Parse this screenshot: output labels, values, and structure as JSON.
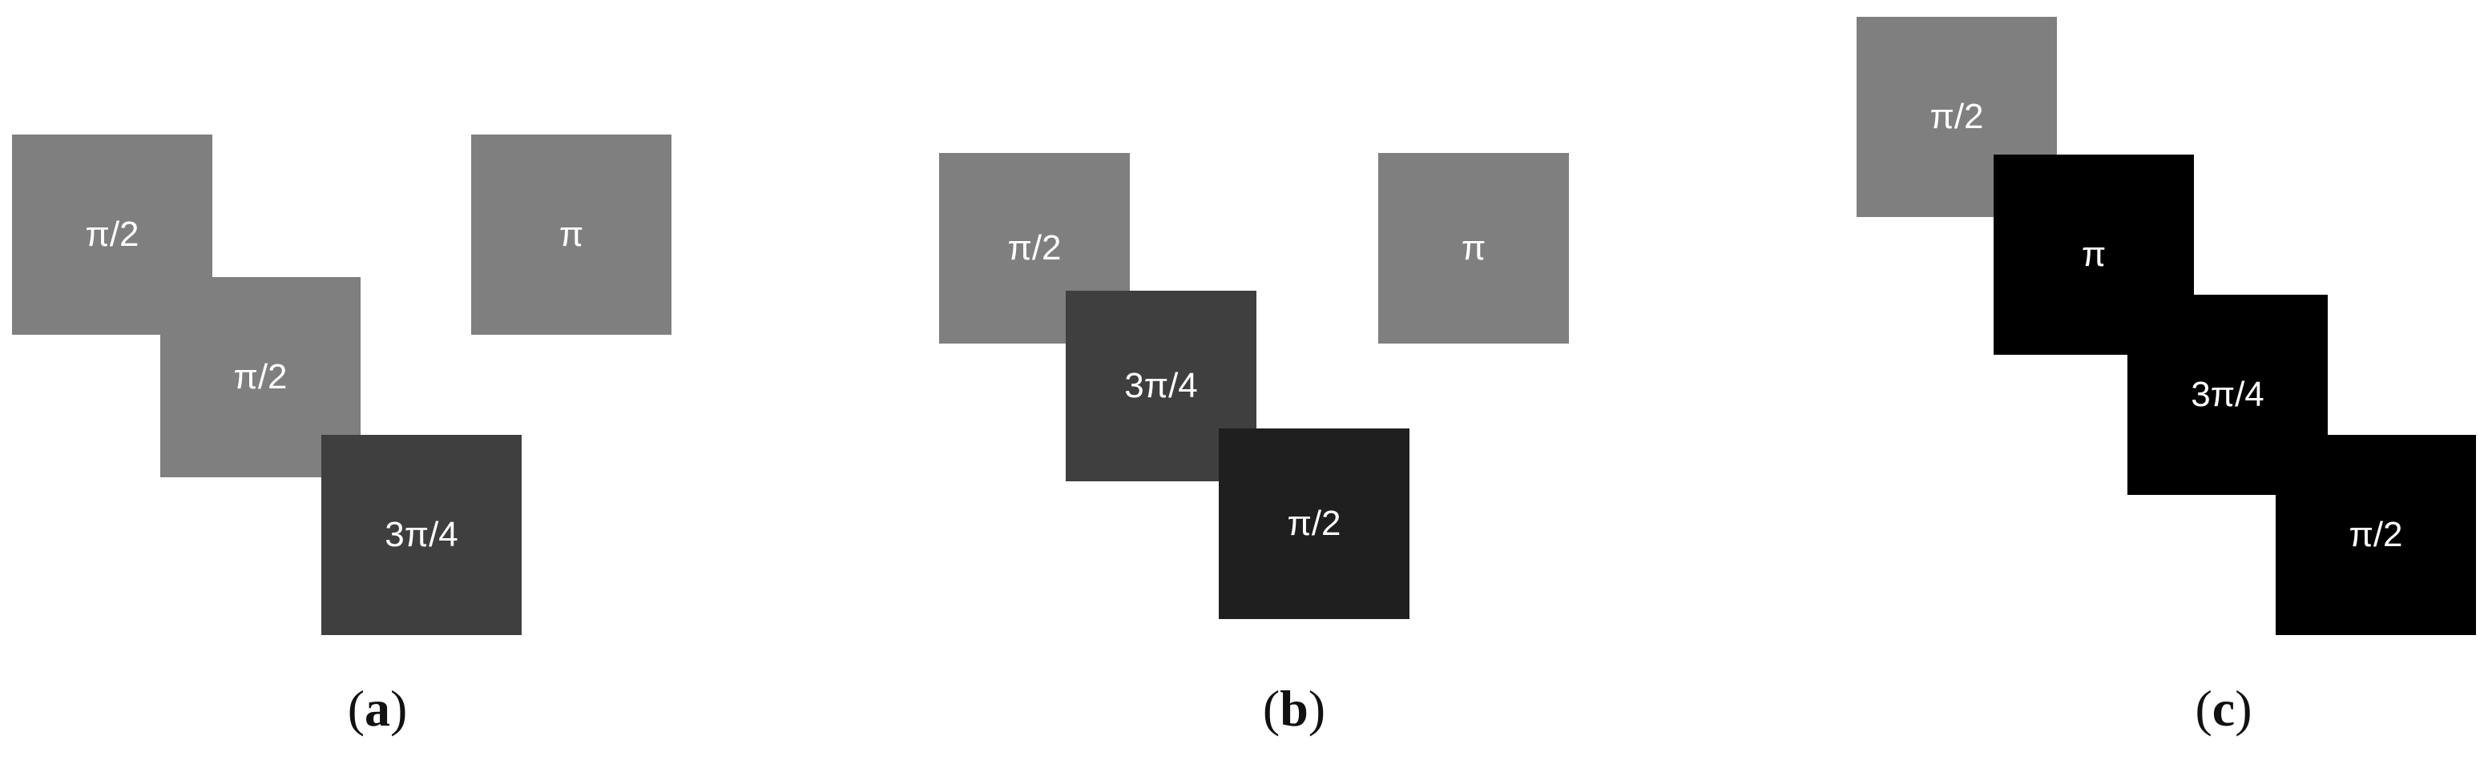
{
  "colors": {
    "light": "#7f7f7f",
    "dark": "#3f3f3f",
    "darker": "#1f1f1f",
    "black": "#000000",
    "text": "#ffffff"
  },
  "panels": [
    {
      "caption_letter": "a",
      "tiles": [
        {
          "label": "π/2",
          "shade": "light"
        },
        {
          "label": "π/2",
          "shade": "light"
        },
        {
          "label": "3π/4",
          "shade": "dark"
        },
        {
          "label": "π",
          "shade": "light"
        }
      ]
    },
    {
      "caption_letter": "b",
      "tiles": [
        {
          "label": "π/2",
          "shade": "light"
        },
        {
          "label": "3π/4",
          "shade": "dark"
        },
        {
          "label": "π/2",
          "shade": "darker"
        },
        {
          "label": "π",
          "shade": "light"
        }
      ]
    },
    {
      "caption_letter": "c",
      "tiles": [
        {
          "label": "π/2",
          "shade": "light"
        },
        {
          "label": "π",
          "shade": "black"
        },
        {
          "label": "3π/4",
          "shade": "black"
        },
        {
          "label": "π/2",
          "shade": "black"
        }
      ]
    }
  ]
}
